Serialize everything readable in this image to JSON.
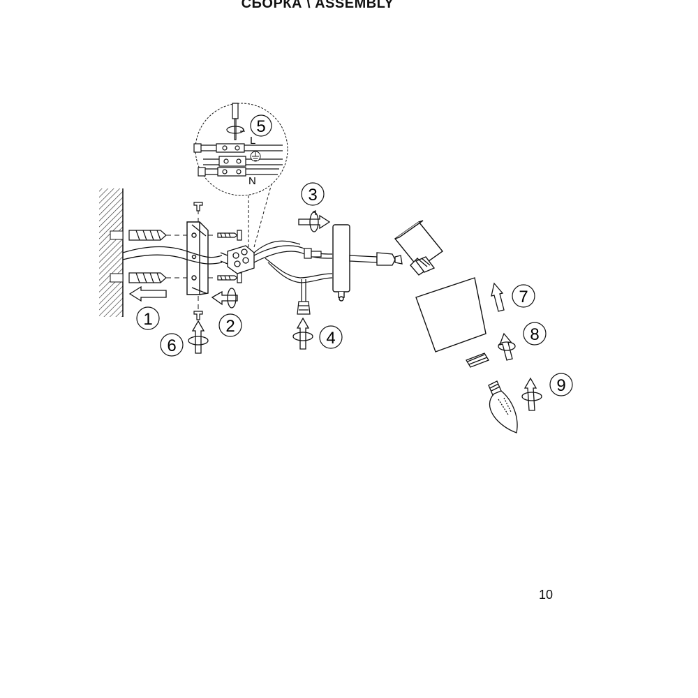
{
  "header": {
    "title": "СБОРКА \\ ASSEMBLY"
  },
  "steps": [
    {
      "number": "1"
    },
    {
      "number": "2"
    },
    {
      "number": "3"
    },
    {
      "number": "4"
    },
    {
      "number": "5"
    },
    {
      "number": "6"
    },
    {
      "number": "7"
    },
    {
      "number": "8"
    },
    {
      "number": "9"
    }
  ],
  "wiring": {
    "live_label": "L",
    "neutral_label": "N"
  },
  "icons": [
    "screwdriver-icon",
    "rotate-arrow-icon",
    "push-arrow-icon",
    "ground-symbol-icon"
  ],
  "footer": {
    "page_number": "10"
  }
}
